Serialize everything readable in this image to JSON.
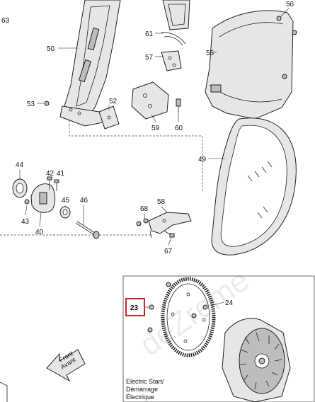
{
  "labels": {
    "p63": "63",
    "p56": "56",
    "p50": "50",
    "p61": "61",
    "p55": "55",
    "p57": "57",
    "p53": "53",
    "p52": "52",
    "p59": "59",
    "p60": "60",
    "p49": "49",
    "p44": "44",
    "p42": "42",
    "p41": "41",
    "p45": "45",
    "p46": "46",
    "p43": "43",
    "p40": "40",
    "p58": "58",
    "p68": "68",
    "p67": "67",
    "p24": "24",
    "p23": "23"
  },
  "front_arrow": {
    "line1": "Front",
    "line2": "Avant"
  },
  "inset_caption": {
    "line1": "Electric Start/",
    "line2": "Démarrage",
    "line3": "Électrique"
  },
  "watermark": "deZreme",
  "colors": {
    "highlight_box": "#c62828",
    "line": "#222222",
    "fill": "#e6e6e6"
  }
}
